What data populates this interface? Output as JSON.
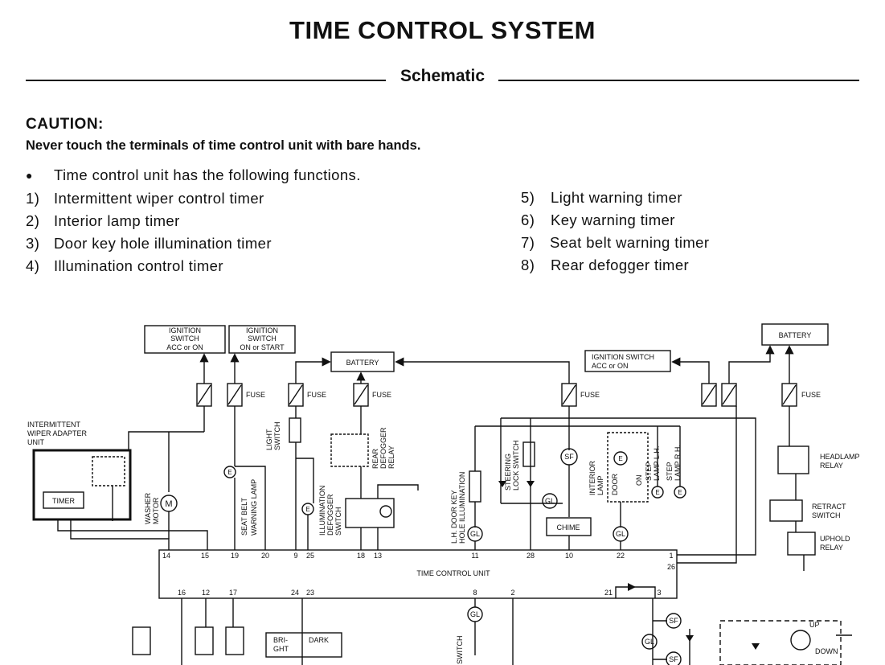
{
  "page": {
    "title": "TIME CONTROL SYSTEM",
    "subtitle": "Schematic",
    "caution_label": "CAUTION:",
    "caution_text": "Never touch the terminals of time control unit with bare hands.",
    "intro": "Time control unit has the following functions.",
    "bullet": "●"
  },
  "functions": [
    {
      "num": "1)",
      "text": "Intermittent wiper control timer"
    },
    {
      "num": "2)",
      "text": "Interior lamp timer"
    },
    {
      "num": "3)",
      "text": "Door key hole illumination timer"
    },
    {
      "num": "4)",
      "text": "Illumination control timer"
    },
    {
      "num": "5)",
      "text": "Light warning timer"
    },
    {
      "num": "6)",
      "text": "Key warning timer"
    },
    {
      "num": "7)",
      "text": "Seat belt warning timer"
    },
    {
      "num": "8)",
      "text": "Rear defogger timer"
    }
  ],
  "diagram": {
    "boxes": {
      "ign1_l1": "IGNITION",
      "ign1_l2": "SWITCH",
      "ign1_l3": "ACC or ON",
      "ign2_l1": "IGNITION",
      "ign2_l2": "SWITCH",
      "ign2_l3": "ON or START",
      "battery_mid": "BATTERY",
      "ign3_l1": "IGNITION SWITCH",
      "ign3_l2": "ACC or ON",
      "battery_right": "BATTERY",
      "timer": "TIMER",
      "chime": "CHIME",
      "unit": "TIME CONTROL UNIT",
      "bright_l1": "BRI-",
      "bright_l2": "GHT",
      "dark": "DARK"
    },
    "fuse": "FUSE",
    "labels": {
      "wiper_l1": "INTERMITTENT",
      "wiper_l2": "WIPER ADAPTER",
      "wiper_l3": "UNIT",
      "washer_l1": "WASHER",
      "washer_l2": "MOTOR",
      "seatbelt_l1": "SEAT BELT",
      "seatbelt_l2": "WARNING LAMP",
      "light_l1": "LIGHT",
      "light_l2": "SWITCH",
      "illum_l1": "ILLUMINATION",
      "illum_l2": "DEFOGGER",
      "illum_l3": "SWITCH",
      "rear_l1": "REAR",
      "rear_l2": "DEFOGGER",
      "rear_l3": "RELAY",
      "door_l1": "L.H. DOOR KEY",
      "door_l2": "HOLE ILLUMINATION",
      "steer_l1": "STEERING",
      "steer_l2": "LOCK SWITCH",
      "interior_l1": "INTERIOR",
      "interior_l2": "LAMP",
      "door_sw": "DOOR",
      "on": "ON",
      "step_lh_l1": "STEP",
      "step_lh_l2": "LAMP L.H.",
      "step_rh_l1": "STEP",
      "step_rh_l2": "LAMP R.H.",
      "headlamp_l1": "HEADLAMP",
      "headlamp_l2": "RELAY",
      "retract_l1": "RETRACT",
      "retract_l2": "SWITCH",
      "uphold_l1": "UPHOLD",
      "uphold_l2": "RELAY",
      "switch": "SWITCH",
      "up": "UP",
      "down": "DOWN"
    },
    "symbols": {
      "motor": "M",
      "e": "E",
      "sf": "SF",
      "gl": "GL"
    },
    "terminals_top": [
      "14",
      "15",
      "19",
      "20",
      "9",
      "25",
      "18",
      "13",
      "11",
      "28",
      "10",
      "22",
      "1",
      "26"
    ],
    "terminals_bottom": [
      "16",
      "12",
      "17",
      "24",
      "23",
      "8",
      "2",
      "21",
      "3"
    ]
  }
}
